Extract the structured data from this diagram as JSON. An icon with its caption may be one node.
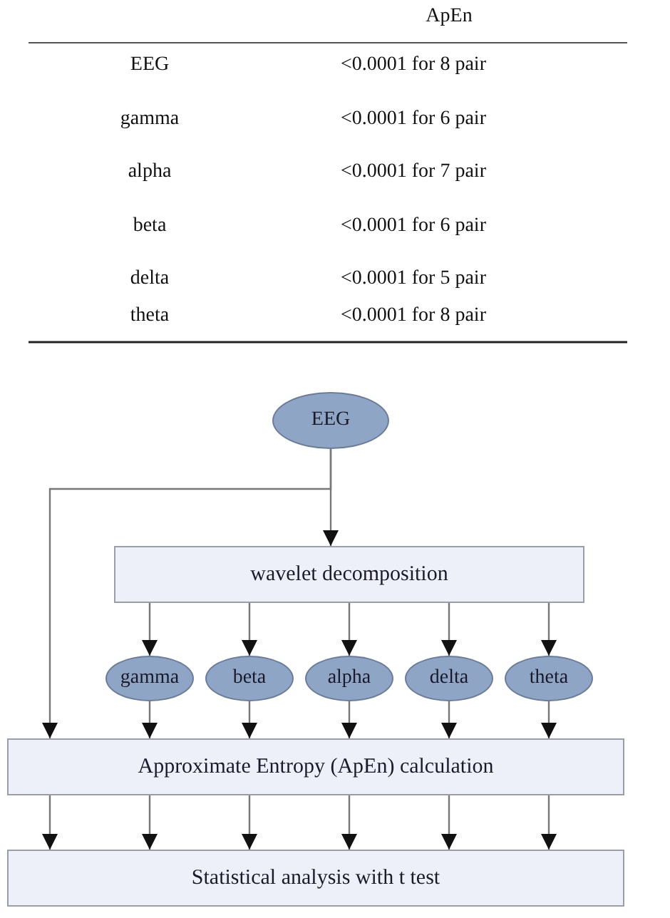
{
  "diagram": {
    "nodes": [
      {
        "text": [
          "EEG"
        ]
      },
      {
        "text": [
          "wavelet decomposition"
        ]
      },
      {
        "text": [
          "gamma"
        ]
      },
      {
        "text": [
          "beta"
        ]
      },
      {
        "text": [
          "alpha"
        ]
      },
      {
        "text": [
          "delta"
        ]
      },
      {
        "text": [
          "theta"
        ]
      },
      {
        "text": [
          "Approximate Entropy (ApEn) calculation"
        ]
      },
      {
        "text": [
          "Statistical analysis with t test"
        ]
      }
    ],
    "edges": [
      {
        "from": 0,
        "to": 1,
        "arrow": "to"
      },
      {
        "from": 0,
        "to": 7,
        "arrow": "to"
      },
      {
        "from": 1,
        "to": 2,
        "arrow": "to"
      },
      {
        "from": 1,
        "to": 3,
        "arrow": "to"
      },
      {
        "from": 1,
        "to": 4,
        "arrow": "to"
      },
      {
        "from": 1,
        "to": 5,
        "arrow": "to"
      },
      {
        "from": 1,
        "to": 6,
        "arrow": "to"
      },
      {
        "from": 2,
        "to": 7,
        "arrow": "to"
      },
      {
        "from": 3,
        "to": 7,
        "arrow": "to"
      },
      {
        "from": 4,
        "to": 7,
        "arrow": "to"
      },
      {
        "from": 5,
        "to": 7,
        "arrow": "to"
      },
      {
        "from": 6,
        "to": 7,
        "arrow": "to"
      },
      {
        "from": 7,
        "to": 8,
        "arrow": "to"
      },
      {
        "from": 7,
        "to": 8,
        "arrow": "to"
      },
      {
        "from": 7,
        "to": 8,
        "arrow": "to"
      },
      {
        "from": 7,
        "to": 8,
        "arrow": "to"
      },
      {
        "from": 7,
        "to": 8,
        "arrow": "to"
      },
      {
        "from": 7,
        "to": 8,
        "arrow": "to"
      }
    ],
    "labels": [
      "ApEn",
      "EEG",
      "<0.0001 for 8 pair",
      "gamma",
      "<0.0001 for 6 pair",
      "alpha",
      "<0.0001 for 7 pair",
      "beta",
      "<0.0001 for 6 pair",
      "delta",
      "<0.0001 for 5 pair",
      "theta",
      "<0.0001 for 8 pair"
    ]
  }
}
